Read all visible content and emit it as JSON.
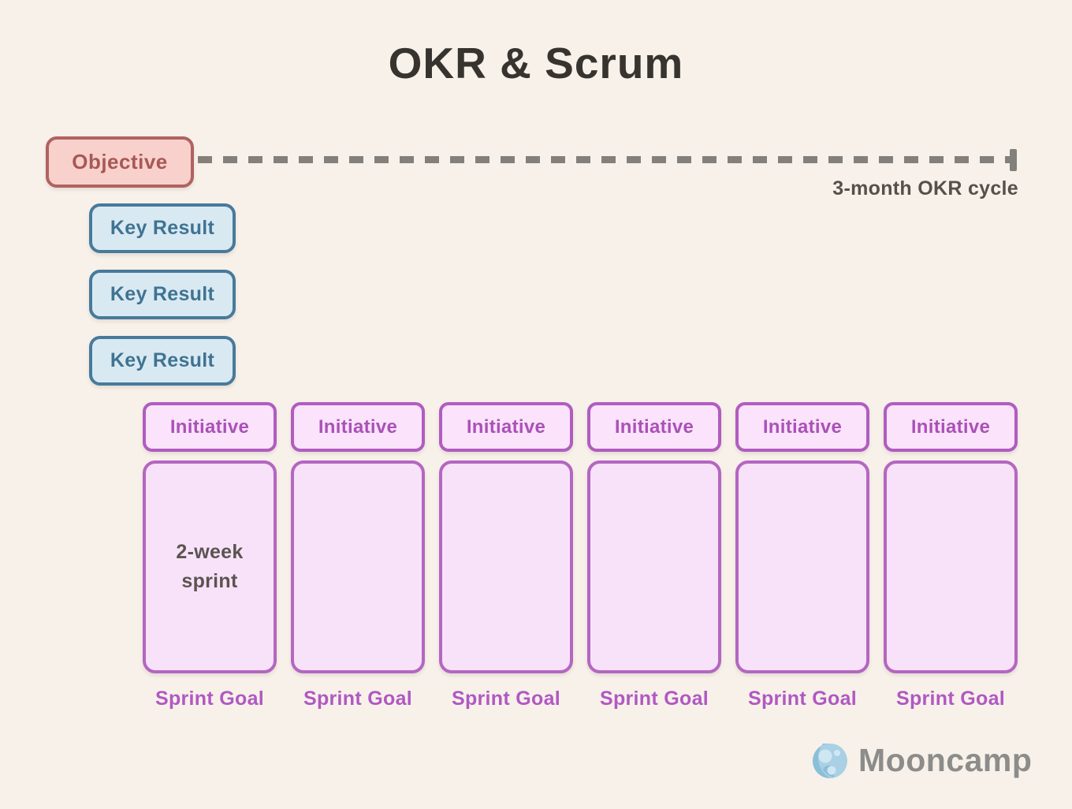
{
  "title": "OKR & Scrum",
  "objective": {
    "label": "Objective"
  },
  "timeline": {
    "label": "3-month OKR cycle"
  },
  "key_results": [
    {
      "label": "Key Result"
    },
    {
      "label": "Key Result"
    },
    {
      "label": "Key Result"
    }
  ],
  "columns": [
    {
      "initiative": "Initiative",
      "sprint_note_line1": "2-week",
      "sprint_note_line2": "sprint",
      "sprint_goal": "Sprint Goal"
    },
    {
      "initiative": "Initiative",
      "sprint_goal": "Sprint Goal"
    },
    {
      "initiative": "Initiative",
      "sprint_goal": "Sprint Goal"
    },
    {
      "initiative": "Initiative",
      "sprint_goal": "Sprint Goal"
    },
    {
      "initiative": "Initiative",
      "sprint_goal": "Sprint Goal"
    },
    {
      "initiative": "Initiative",
      "sprint_goal": "Sprint Goal"
    }
  ],
  "logo": {
    "name": "Mooncamp",
    "icon": "moon-icon"
  },
  "colors": {
    "background": "#f7f1ea",
    "title_text": "#37332e",
    "objective_fill": "#f9d1cc",
    "objective_border": "#b06260",
    "key_result_fill": "#d9e9f2",
    "key_result_border": "#477a9b",
    "initiative_fill": "#fae3fb",
    "initiative_border": "#b15cc0",
    "sprint_fill": "#f8e2fa",
    "sprint_border": "#b466c1",
    "sprint_goal_text": "#b158c2",
    "dashed_line": "#83807b",
    "logo_text": "#8c8c8a",
    "logo_moon": "#a9d0e4"
  }
}
